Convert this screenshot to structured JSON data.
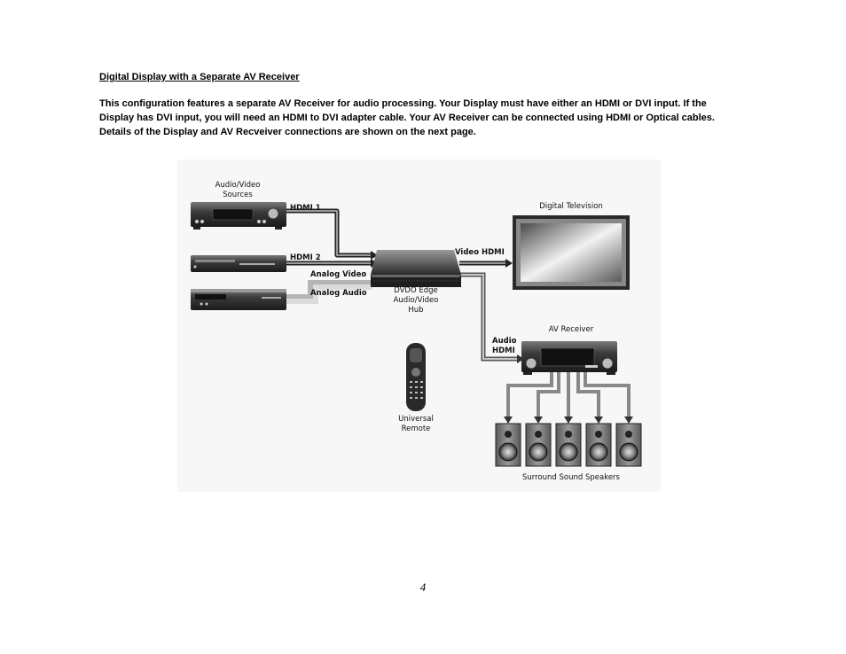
{
  "document": {
    "heading": "Digital Display with a Separate AV Receiver",
    "intro_lines": [
      "This configuration features a separate AV Receiver for audio processing.  Your Display must have either an HDMI or DVI input.  If the",
      "Display has DVI input, you will need an HDMI to DVI adapter cable.  Your AV Receiver can be connected using HDMI or Optical cables.",
      "Details of the Display and AV Recveiver connections are shown on the next page."
    ],
    "page_number": "4"
  },
  "diagram": {
    "sources_label": [
      "Audio/Video",
      "Sources"
    ],
    "hdmi1": "HDMI 1",
    "hdmi2": "HDMI 2",
    "analog_video": "Analog Video",
    "analog_audio": "Analog Audio",
    "video_hdmi": "Video HDMI",
    "hub_label": [
      "DVDO Edge",
      "Audio/Video",
      "Hub"
    ],
    "tv_label": "Digital Television",
    "audio_hdmi": [
      "Audio",
      "HDMI"
    ],
    "receiver_label": "AV Receiver",
    "remote_label": [
      "Universal",
      "Remote"
    ],
    "speakers_label": "Surround Sound Speakers",
    "speaker_count": 5
  }
}
